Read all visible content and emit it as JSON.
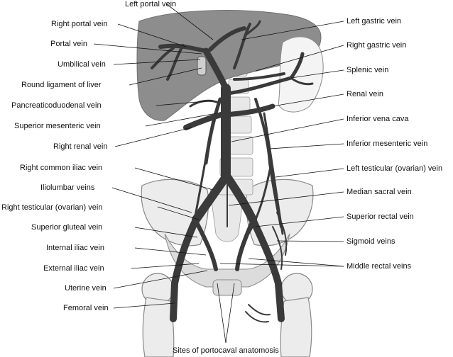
{
  "labels": {
    "left_portal_vein": "Left portal vein",
    "right_portal_vein": "Right portal vein",
    "portal_vein": "Portal vein",
    "umbilical_vein": "Umbilical vein",
    "round_ligament": "Round ligament of liver",
    "pancreaticoduodenal_vein": "Pancreaticoduodenal vein",
    "superior_mesenteric_vein": "Superior mesenteric vein",
    "right_renal_vein": "Right renal vein",
    "right_common_iliac_vein": "Right common iliac vein",
    "iliolumbar_veins": "Iliolumbar veins",
    "right_testicular_vein": "Right testicular (ovarian) vein",
    "superior_gluteal_vein": "Superior gluteal vein",
    "internal_iliac_vein": "Internal iliac vein",
    "external_iliac_vein": "External iliac vein",
    "uterine_vein": "Uterine vein",
    "femoral_vein": "Femoral vein",
    "left_gastric_vein": "Left gastric vein",
    "right_gastric_vein": "Right gastric vein",
    "splenic_vein": "Splenic vein",
    "renal_vein": "Renal vein",
    "inferior_vena_cava": "Inferior vena cava",
    "inferior_mesenteric_vein": "Inferior mesenteric vein",
    "left_testicular_vein": "Left testicular (ovarian) vein",
    "median_sacral_vein": "Median sacral vein",
    "superior_rectal_vein": "Superior rectal vein",
    "sigmoid_veins": "Sigmoid veins",
    "middle_rectal_veins": "Middle rectal veins",
    "sites_portocaval": "Sites of portocaval anatomosis"
  },
  "colors": {
    "liver": "#8d8d8d",
    "vein": "#3a3a3a",
    "bone": "#ececec"
  }
}
